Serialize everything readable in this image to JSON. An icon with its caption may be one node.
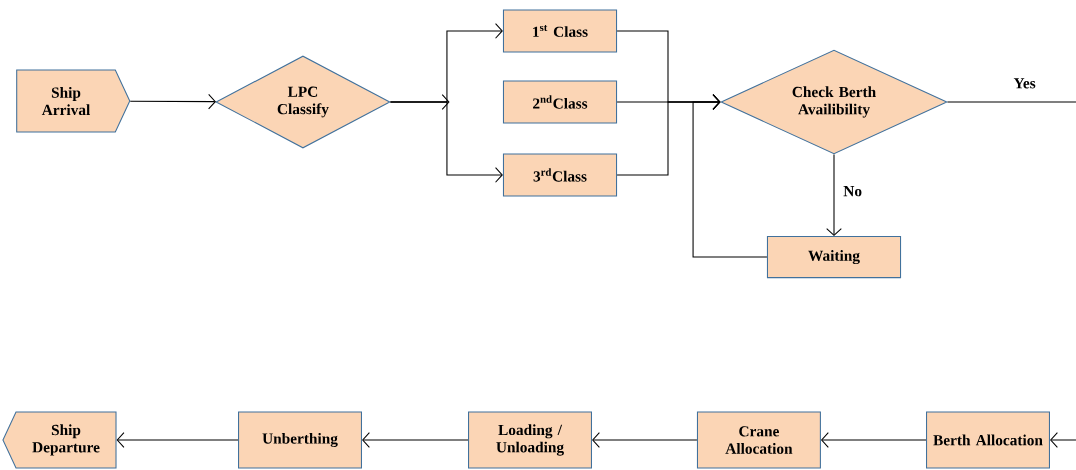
{
  "diagram": {
    "nodes": [
      {
        "text": [
          "Ship Arrival"
        ]
      },
      {
        "text": [
          "LPC Classify"
        ]
      },
      {
        "text": [
          "1$^{st}$ Class"
        ]
      },
      {
        "text": [
          "2$^{nd}$Class"
        ]
      },
      {
        "text": [
          "3$^{rd}$Class"
        ]
      },
      {
        "text": [
          "Check Berth Availibility"
        ]
      },
      {
        "text": [
          "Waiting"
        ]
      },
      {
        "text": [
          "Berth Allocation"
        ]
      },
      {
        "text": [
          "Crane Allocation"
        ]
      },
      {
        "text": [
          "Loading / Unloading"
        ]
      },
      {
        "text": [
          "Unberthing"
        ]
      },
      {
        "text": [
          "Ship Departure"
        ]
      }
    ],
    "edges": [
      {
        "from": 0,
        "to": 1,
        "arrow": "to"
      },
      {
        "from": 1,
        "to": 2,
        "arrow": "to"
      },
      {
        "from": 1,
        "to": 3,
        "arrow": "to"
      },
      {
        "from": 1,
        "to": 4,
        "arrow": "to"
      },
      {
        "from": 2,
        "to": 5,
        "arrow": "to"
      },
      {
        "from": 3,
        "to": 5,
        "arrow": "to"
      },
      {
        "from": 4,
        "to": 5,
        "arrow": "to"
      },
      {
        "from": 6,
        "to": 5,
        "arrow": "to"
      },
      {
        "from": 5,
        "to": 6,
        "arrow": "to",
        "label": "No"
      },
      {
        "from": 5,
        "to": null,
        "arrow": "none",
        "label": "Yes"
      },
      {
        "from": null,
        "to": 7,
        "arrow": "to"
      },
      {
        "from": 7,
        "to": 8,
        "arrow": "to"
      },
      {
        "from": 8,
        "to": 9,
        "arrow": "to"
      },
      {
        "from": 9,
        "to": 10,
        "arrow": "to"
      },
      {
        "from": 10,
        "to": 11,
        "arrow": "to"
      }
    ]
  }
}
